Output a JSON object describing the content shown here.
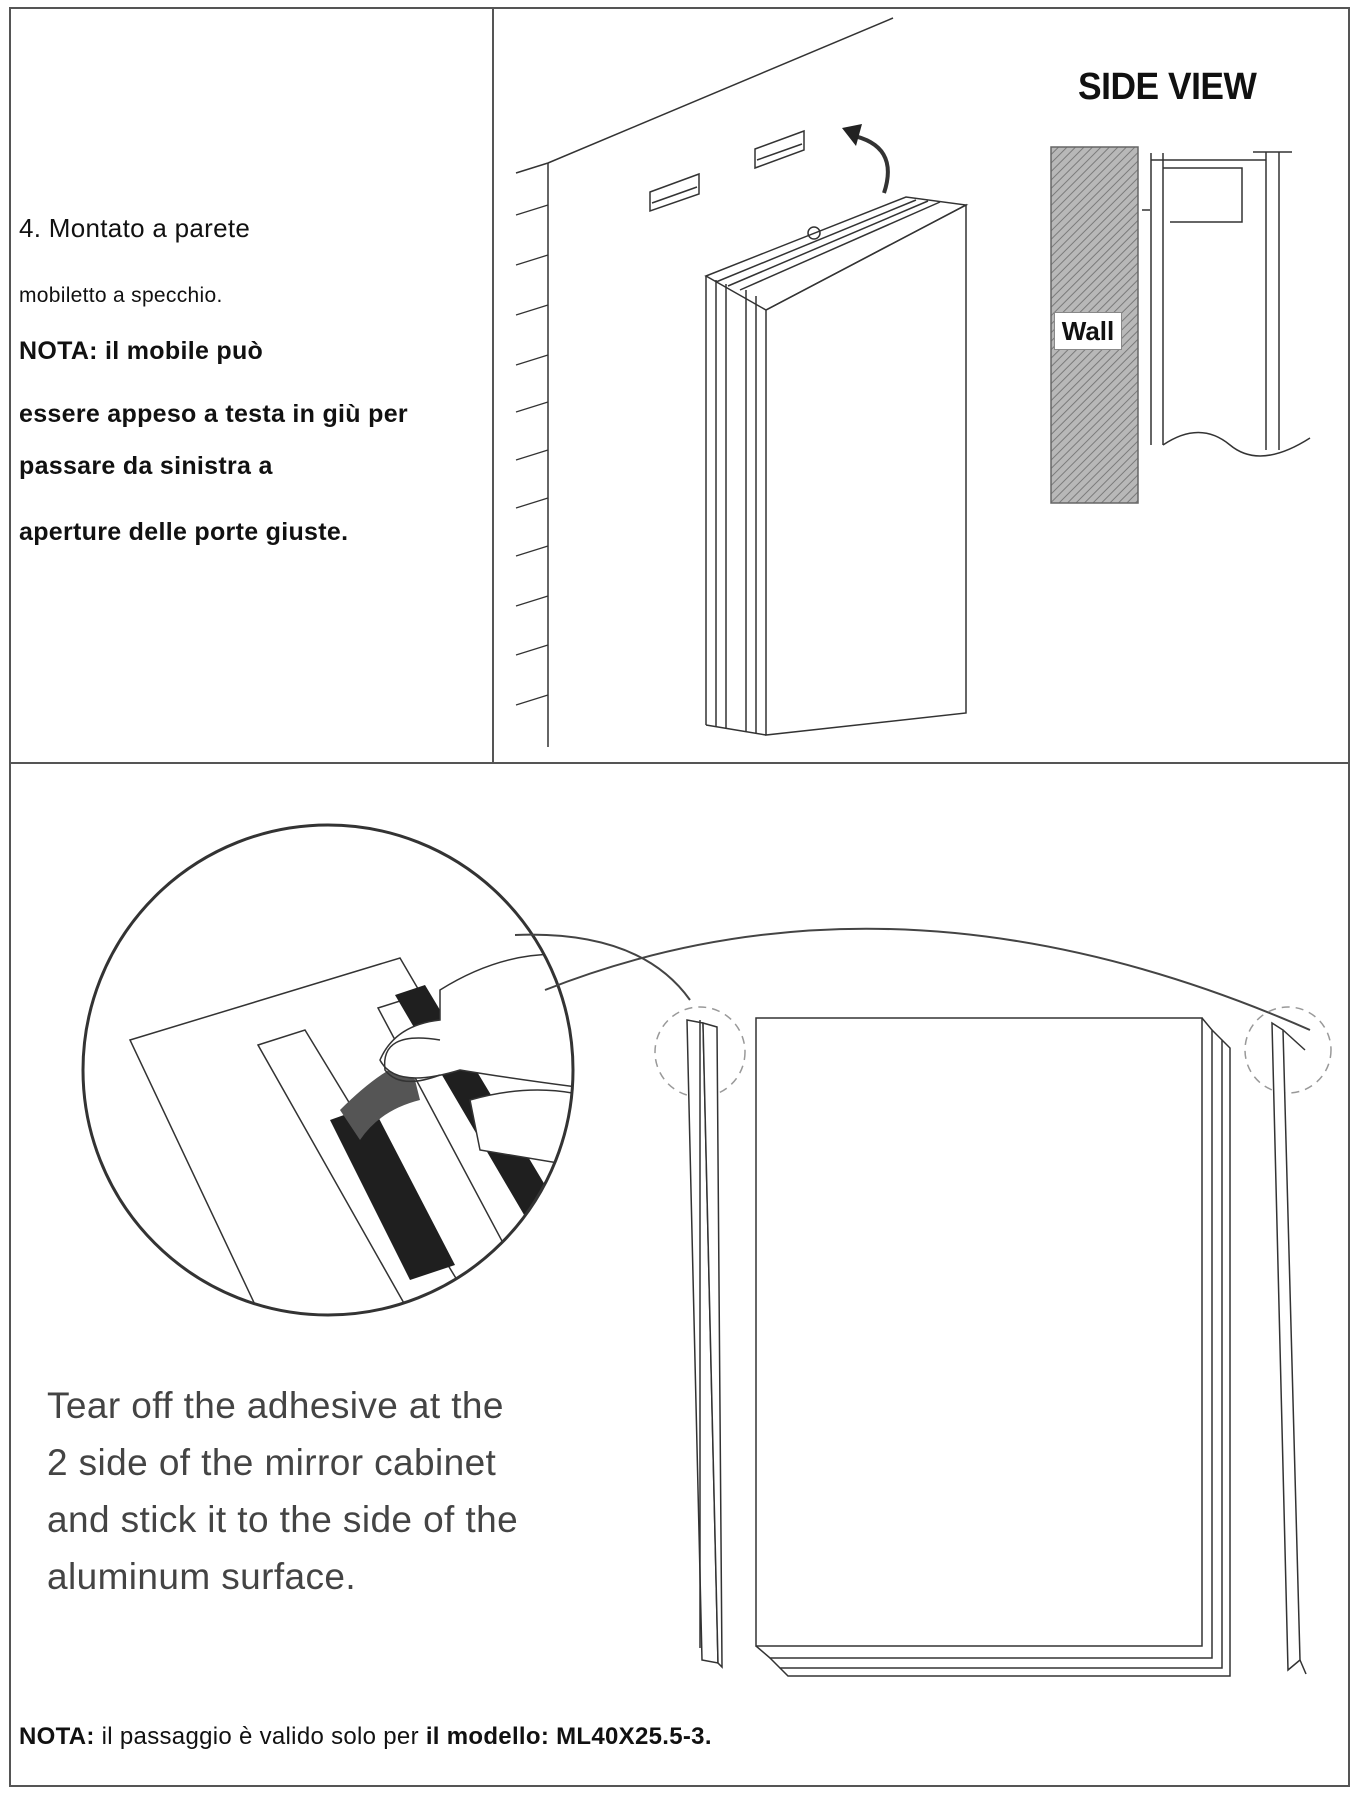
{
  "step": {
    "title": "4. Montato a parete",
    "subtitle": "mobiletto a specchio.",
    "note_lines": [
      "NOTA: il mobile può",
      "essere appeso a testa in giù per",
      "passare da sinistra a",
      "aperture delle porte giuste."
    ]
  },
  "side_view": {
    "title": "SIDE VIEW",
    "wall_label": "Wall"
  },
  "adhesive_instruction": [
    "Tear off the adhesive at the",
    "2 side of the mirror cabinet",
    "and stick it to the side of the",
    "aluminum surface."
  ],
  "footer": {
    "label": "NOTA:",
    "text": "il passaggio è valido solo per",
    "model_label": "il modello:",
    "model": "ML40X25.5-3."
  },
  "colors": {
    "border": "#555555",
    "text": "#111111",
    "instruction_text": "#444444",
    "wall_hatch": "#9a9a9a"
  }
}
